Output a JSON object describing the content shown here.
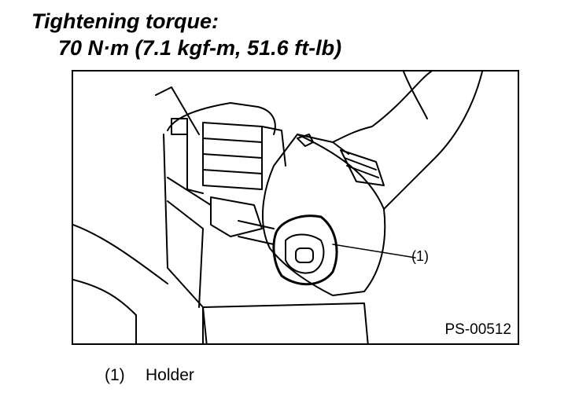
{
  "heading": {
    "label": "Tightening torque:",
    "value": "70 N·m (7.1 kgf-m, 51.6 ft-lb)"
  },
  "figure": {
    "code": "PS-00512",
    "callout": "(1)"
  },
  "legend": [
    {
      "num": "(1)",
      "text": "Holder"
    }
  ]
}
